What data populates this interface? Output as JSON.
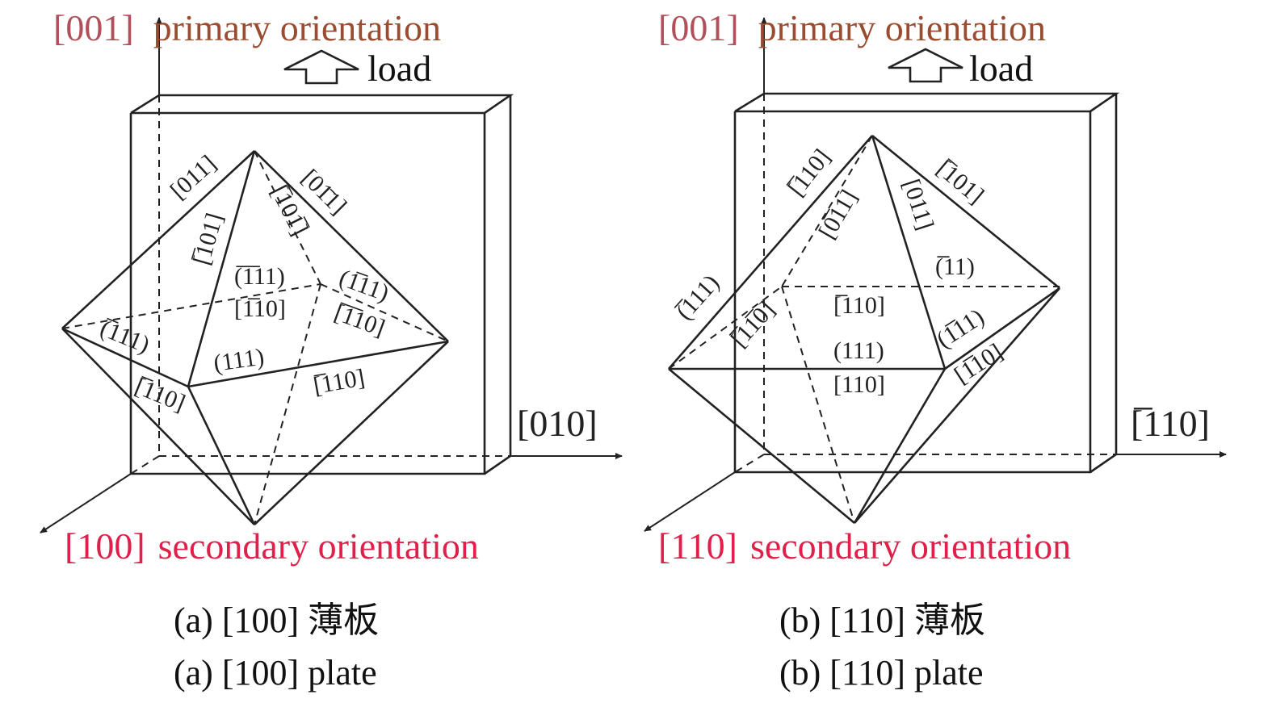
{
  "colors": {
    "primary_label": "#b0505a",
    "secondary_label": "#e0204a",
    "primary_text": "#9a4c30",
    "line": "#222222"
  },
  "panel_a": {
    "primary_index": "[001]",
    "primary_text": "primary orientation",
    "load": "load",
    "side_axis": "[010]",
    "secondary_index": "[100]",
    "secondary_text": "secondary orientation",
    "labels": {
      "l011": "[011]",
      "l0m11": "[01̄1]",
      "lm101": "[̅101]",
      "lm10m1": "[̅101̅]",
      "p_m1m11": "(̅1̅11)",
      "p_1m11": "(1̅11)",
      "d_1m10": "[1̅10]",
      "d_m1m10": "[̅1̅10]",
      "p_m111": "(̅111)",
      "p_111": "(111)",
      "d_m110": "[̅110]",
      "d_m110b": "[̅110]"
    },
    "caption_cn": "(a) [100] 薄板",
    "caption_en": "(a) [100] plate"
  },
  "panel_b": {
    "primary_index": "[001]",
    "primary_text": "primary orientation",
    "load": "load",
    "side_axis": "[̅110]",
    "secondary_index": "[110]",
    "secondary_text": "secondary orientation",
    "labels": {
      "l_m110": "[̅110]",
      "l_m101": "[̅101]",
      "l_0m11": "[0̅11]",
      "l_011": "[011]",
      "p_m111": "(̅111)",
      "p_m1m11": "(̅̅11)",
      "d_m110_a": "[̅110]",
      "d_m110_b": "[̅11̅0]",
      "p_111": "(111)",
      "d_110": "[110]",
      "p_1m11": "(1̅11)",
      "d_1m10": "[1̅10]"
    },
    "caption_cn": "(b) [110] 薄板",
    "caption_en": "(b) [110] plate"
  }
}
